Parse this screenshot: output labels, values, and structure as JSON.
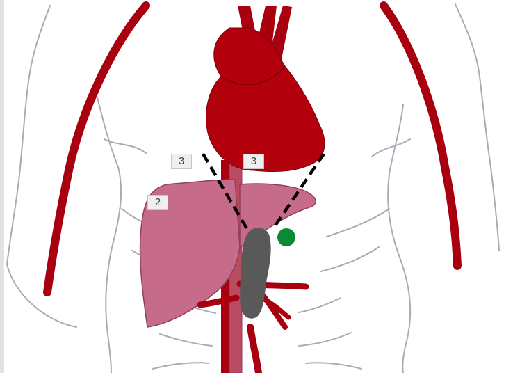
{
  "labels": {
    "label_a": "3",
    "label_b": "3",
    "label_c": "2"
  },
  "colors": {
    "artery": "#a9000f",
    "artery_dark": "#7d0009",
    "heart": "#b3000d",
    "liver_fill": "#c76b8a",
    "liver_stroke": "#8f3e5b",
    "spleen_gray": "#595959",
    "marker_green": "#0b8a35",
    "body_outline": "#a7abb8",
    "cut_line": "#000000",
    "vena_cava": "#b94c60"
  },
  "icons": {
    "marker": "green-dot-icon"
  }
}
